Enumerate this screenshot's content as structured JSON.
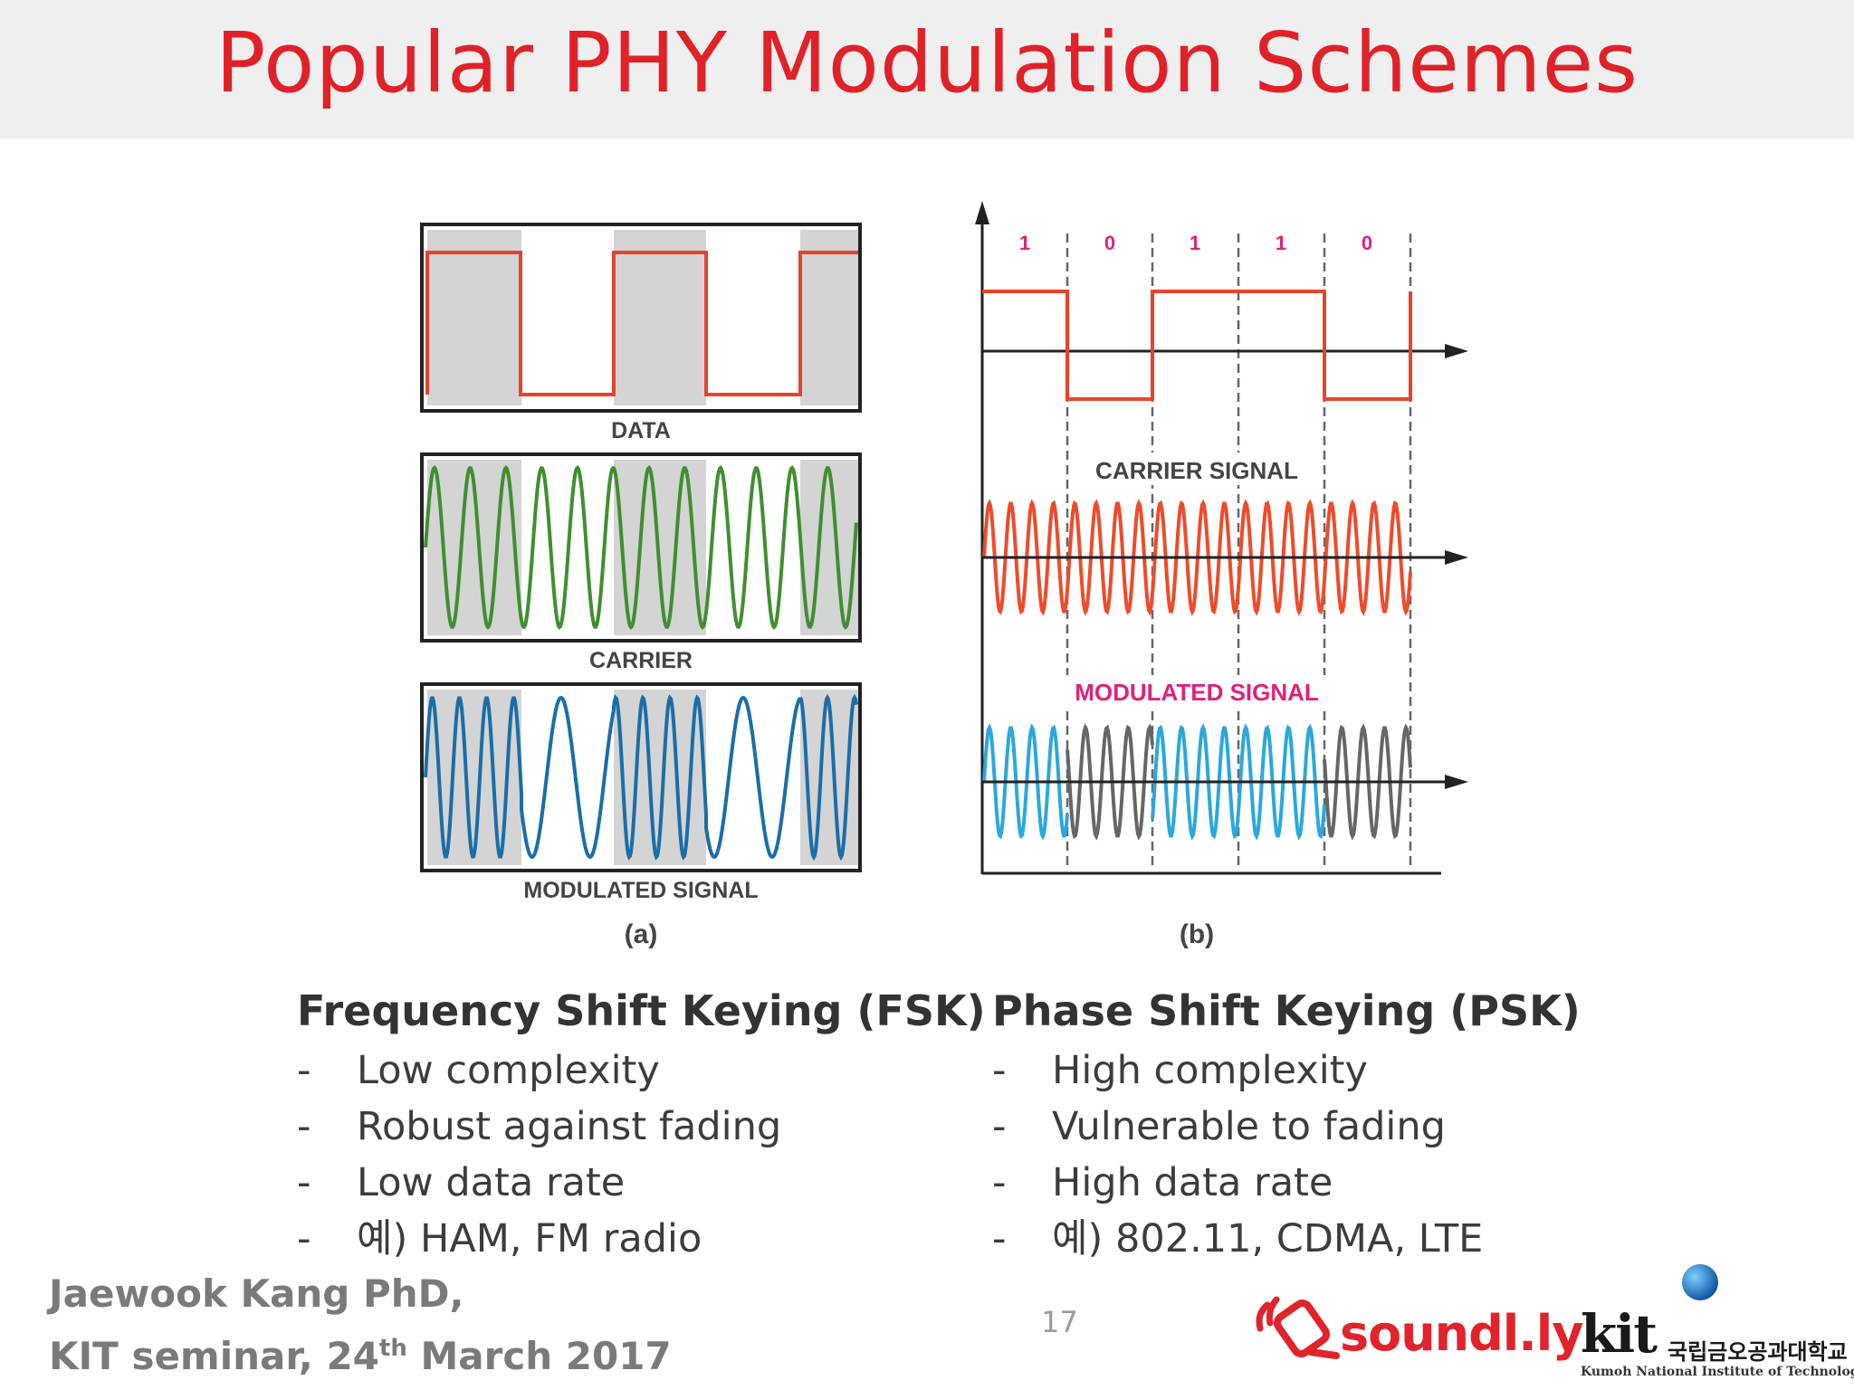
{
  "title": "Popular PHY Modulation Schemes",
  "figure_a": {
    "panel_labels": [
      "DATA",
      "CARRIER",
      "MODULATED SIGNAL"
    ],
    "caption": "(a)",
    "colors": {
      "data": "#e8432a",
      "carrier": "#3f8f2f",
      "modulated": "#1a6ea8",
      "shade": "#d4d4d4"
    }
  },
  "figure_b": {
    "bits": [
      "1",
      "0",
      "1",
      "1",
      "0"
    ],
    "carrier_label": "CARRIER SIGNAL",
    "modulated_label": "MODULATED SIGNAL",
    "caption": "(b)",
    "colors": {
      "data": "#e8432a",
      "carrier": "#ee4b2b",
      "phase0": "#2aa8dc",
      "phase180": "#666666",
      "label_accent": "#e0207a"
    }
  },
  "fsk": {
    "heading": "Frequency Shift Keying (FSK)",
    "bullets": [
      "Low complexity",
      "Robust against fading",
      "Low data rate",
      "예) HAM, FM radio"
    ]
  },
  "psk": {
    "heading": "Phase Shift Keying (PSK)",
    "bullets": [
      "High complexity",
      "Vulnerable to fading",
      "High data rate",
      "예) 802.11, CDMA, LTE"
    ]
  },
  "bullet_marker": "-",
  "footer": {
    "author_line1": "Jaewook Kang PhD,",
    "author_line2_pre": "KIT seminar, 24",
    "author_line2_sup": "th",
    "author_line2_post": " March 2017",
    "page_number": "17"
  },
  "logos": {
    "soundly": "soundl.ly",
    "kit_word": "kit",
    "kit_korean": "국립금오공과대학교",
    "kit_english": "Kumoh National Institute of Technology"
  }
}
